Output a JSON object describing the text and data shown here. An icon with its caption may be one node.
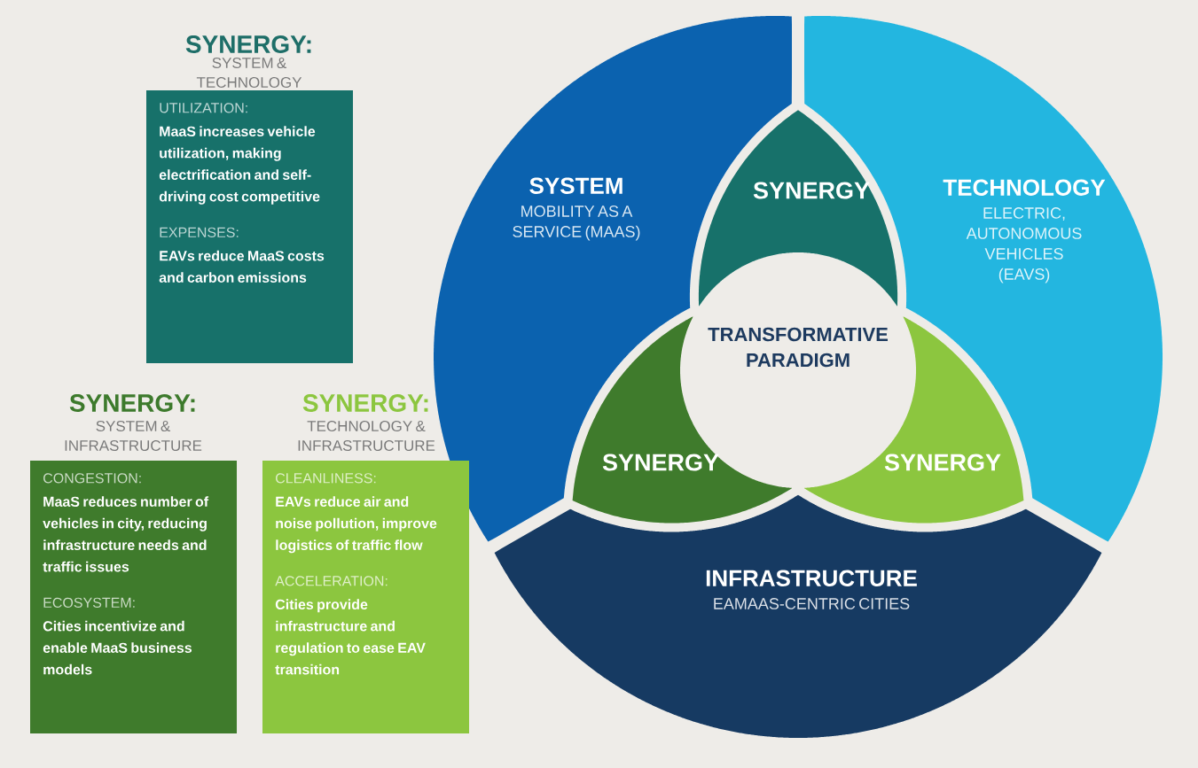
{
  "diagram": {
    "nodes": [
      {
        "text": [
          "SYNERGY:",
          "SYSTEM & TECHNOLOGY",
          "UTILIZATION:",
          "MaaS increases vehicle utilization, making electrification and self-driving cost competitive",
          "EXPENSES:",
          "EAVs reduce MaaS costs and carbon emissions"
        ]
      },
      {
        "text": [
          "SYNERGY:",
          "SYSTEM & INFRASTRUCTURE",
          "CONGESTION:",
          "MaaS reduces number of vehicles in city, reducing infrastructure needs and traffic issues",
          "ECOSYSTEM:",
          "Cities incentivize and enable MaaS business models"
        ]
      },
      {
        "text": [
          "SYNERGY:",
          "TECHNOLOGY & INFRASTRUCTURE",
          "CLEANLINESS:",
          "EAVs reduce air and noise pollution, improve logistics of traffic flow",
          "ACCELERATION:",
          "Cities provide infrastructure and regulation to ease EAV transition"
        ]
      },
      {
        "text": [
          "SYSTEM",
          "MOBILITY AS A SERVICE (MAAS)"
        ]
      },
      {
        "text": [
          "TECHNOLOGY",
          "ELECTRIC, AUTONOMOUS VEHICLES (EAVS)"
        ]
      },
      {
        "text": [
          "INFRASTRUCTURE",
          "EAMAAS-CENTRIC CITIES"
        ]
      },
      {
        "text": [
          "SYNERGY"
        ]
      },
      {
        "text": [
          "SYNERGY"
        ]
      },
      {
        "text": [
          "SYNERGY"
        ]
      },
      {
        "text": [
          "TRANSFORMATIVE PARADIGM"
        ]
      }
    ]
  }
}
